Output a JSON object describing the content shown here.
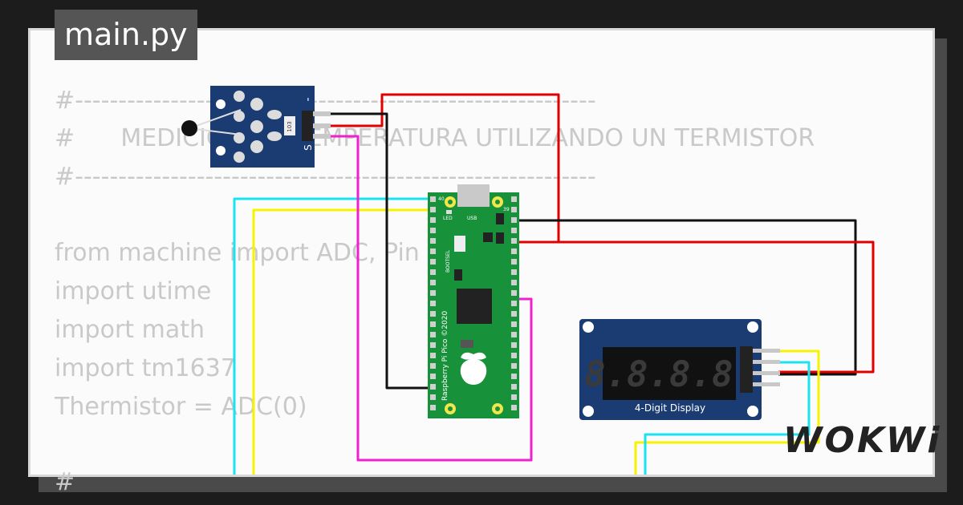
{
  "tab": {
    "filename": "main.py"
  },
  "code_lines": [
    "#------------------------------------------------------------",
    "#      MEDICIÓN DE TEMPERATURA UTILIZANDO UN TERMISTOR",
    "#------------------------------------------------------------",
    "from machine import ADC, Pin",
    "import utime",
    "import math",
    "import tm1637",
    "Thermistor = ADC(0)",
    "#"
  ],
  "board": {
    "name": "Raspberry Pi Pico ©2020",
    "led_label": "LED",
    "usb_label": "USB",
    "bootsel_label": "BOOTSEL",
    "pin_top_left": "40",
    "pin_top_right": "39"
  },
  "display": {
    "label": "4-Digit Display",
    "digits": "8.8.8.8."
  },
  "sensor": {
    "pin_minus": "-",
    "pin_s": "S",
    "resistor_label": "103"
  },
  "brand": {
    "name": "WOKWi"
  },
  "colors": {
    "wire_red": "#e00000",
    "wire_black": "#111111",
    "wire_cyan": "#19e3f0",
    "wire_yellow": "#f7f300",
    "wire_magenta": "#f020d0",
    "pcb_green": "#18913b",
    "module_blue": "#1b3b73"
  }
}
